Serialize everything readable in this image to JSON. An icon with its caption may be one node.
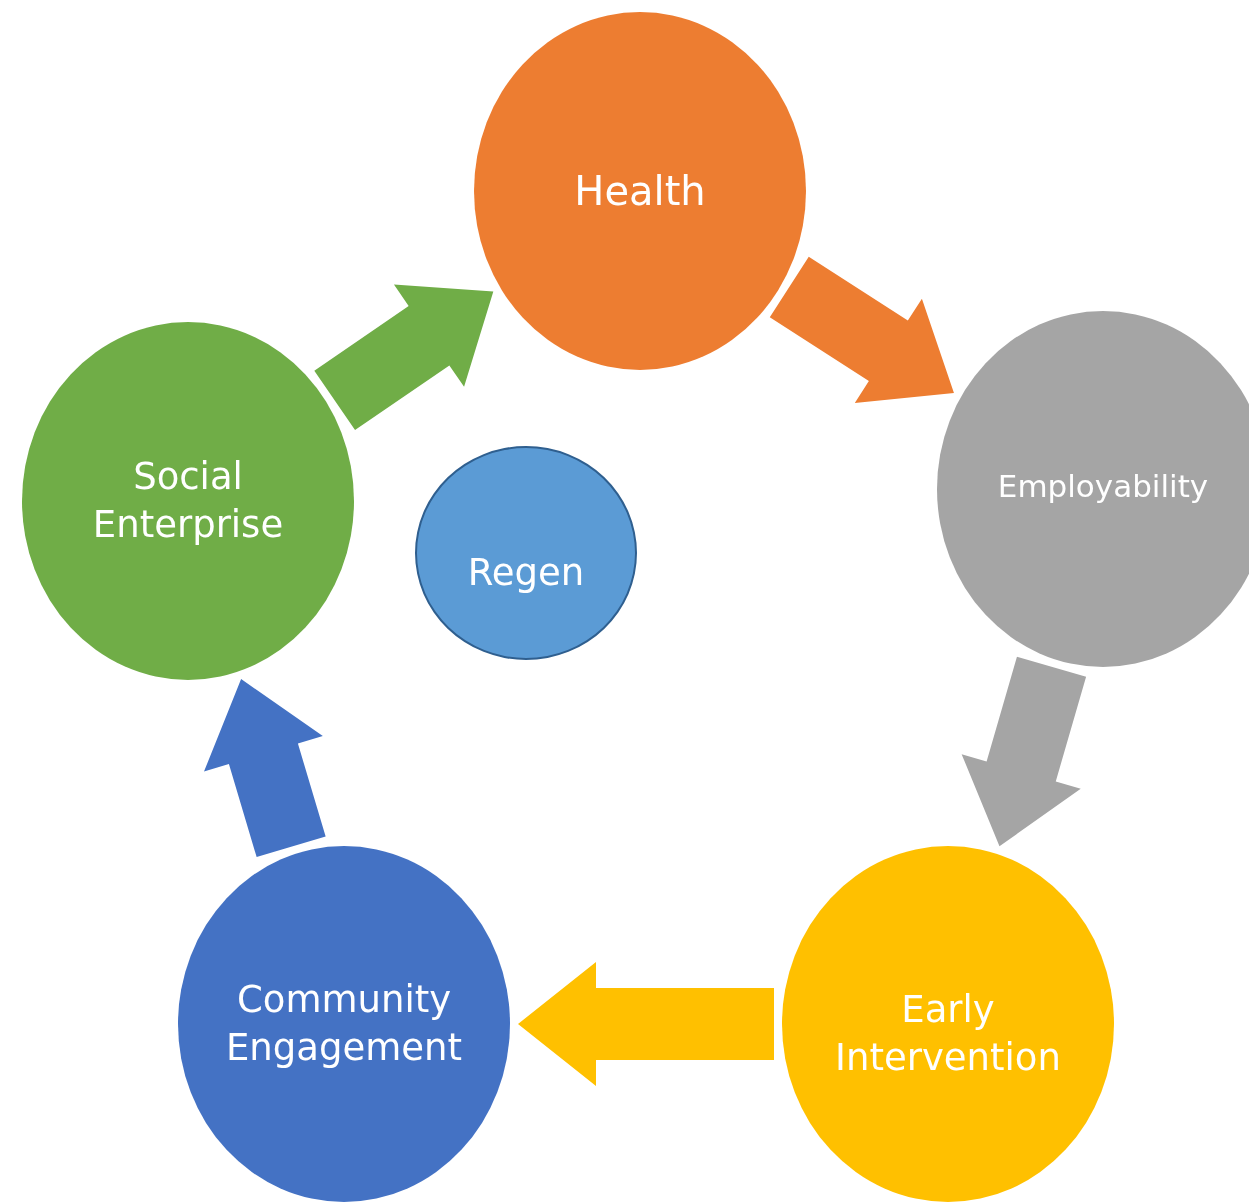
{
  "diagram": {
    "nodes": [
      {
        "text": [
          "Health"
        ]
      },
      {
        "text": [
          "Employability"
        ]
      },
      {
        "text": [
          "Early Intervention"
        ]
      },
      {
        "text": [
          "Community Engagement"
        ]
      },
      {
        "text": [
          "Social Enterprise"
        ]
      },
      {
        "text": [
          "Regen"
        ]
      }
    ],
    "edges": [
      {
        "from": 0,
        "to": 1,
        "arrow": "to",
        "style": "thick",
        "color": "#ed7d31"
      },
      {
        "from": 1,
        "to": 2,
        "arrow": "to",
        "style": "thick",
        "color": "#a5a5a5"
      },
      {
        "from": 2,
        "to": 3,
        "arrow": "to",
        "style": "thick",
        "color": "#ffc000"
      },
      {
        "from": 3,
        "to": 4,
        "arrow": "to",
        "style": "thick",
        "color": "#4472c4"
      },
      {
        "from": 4,
        "to": 0,
        "arrow": "to",
        "style": "thick",
        "color": "#70ad47"
      }
    ]
  }
}
